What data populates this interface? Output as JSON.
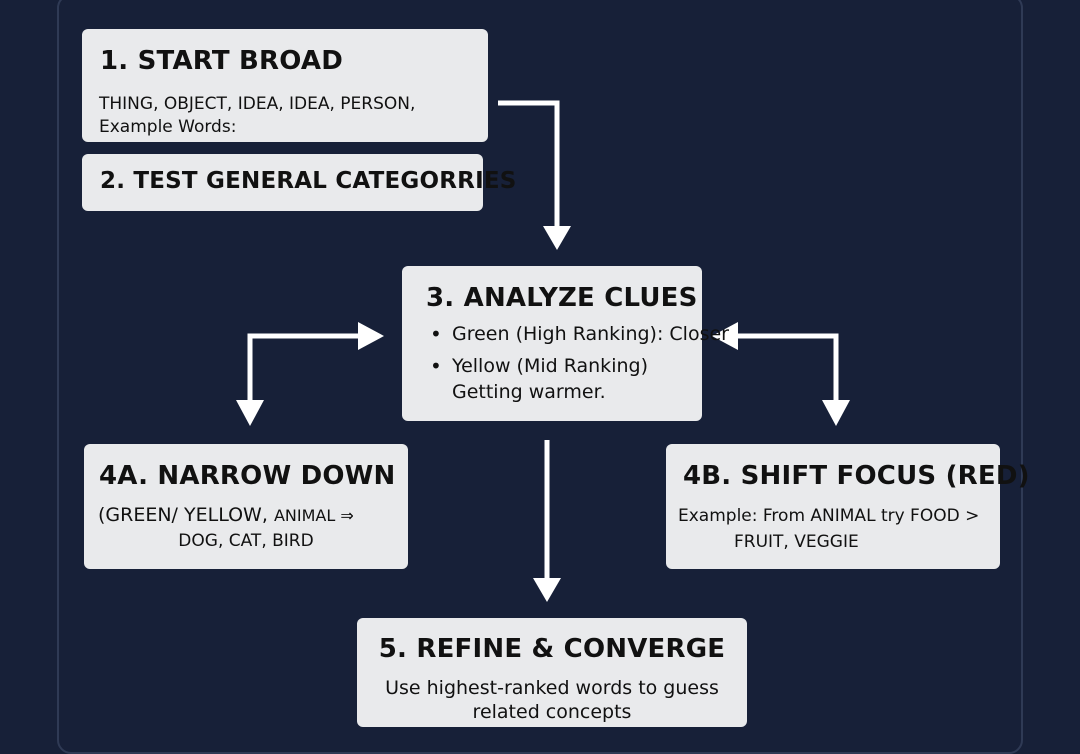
{
  "steps": {
    "step1": {
      "title": "1. START BROAD",
      "line1": "THING, OBJECT, IDEA, IDEA, PERSON,",
      "line2": "Example Words:"
    },
    "step2": {
      "title": "2. TEST GENERAL CATEGORRIES"
    },
    "step3": {
      "title": "3. ANALYZE CLUES",
      "bullet1": "Green (High Ranking): Closer",
      "bullet2_line1": "Yellow (Mid Ranking)",
      "bullet2_line2": "Getting warmer."
    },
    "step4a": {
      "title": "4A. NARROW DOWN",
      "line1_main": "(GREEN/ YELLOW,",
      "line1_small": "ANIMAL ⇒",
      "line2": "DOG, CAT, BIRD"
    },
    "step4b": {
      "title": "4B. SHIFT FOCUS (RED)",
      "line1": "Example: From ANIMAL try FOOD >",
      "line2": "FRUIT, VEGGIE"
    },
    "step5": {
      "title": "5. REFINE & CONVERGE",
      "line1": "Use highest-ranked words to guess",
      "line2": "related concepts"
    }
  },
  "colors": {
    "background": "#172038",
    "box": "#e9eaec",
    "arrow": "#ffffff",
    "text": "#111111"
  }
}
